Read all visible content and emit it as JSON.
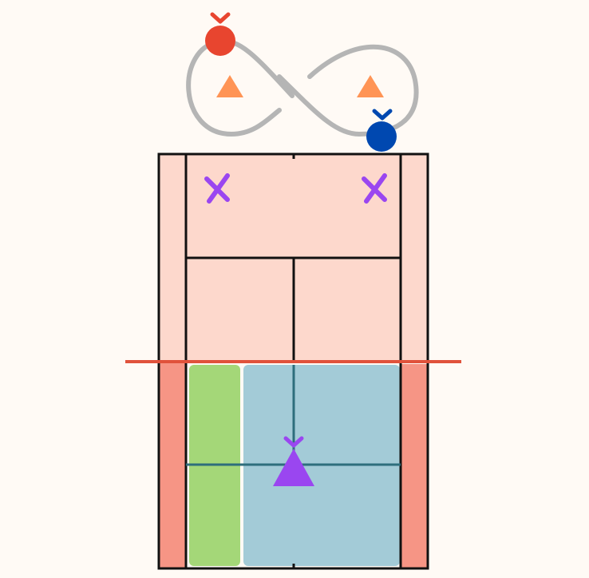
{
  "colors": {
    "background": "#FFFAF5",
    "court_opponent": "#FDD8CC",
    "alley_out": "#F69585",
    "zone_green": "#A4D778",
    "zone_blue": "#A3CBD7",
    "lines": "#111111",
    "net": "#E0523B",
    "loop_path": "#B5B5B5",
    "player_red": "#E8452F",
    "player_blue": "#0048B0",
    "cone": "#FF9455",
    "target_cross": "#9A46F0",
    "shuttle_marker": "#9A46F0"
  },
  "icons": {
    "player_red": "circle-marker-icon",
    "player_blue": "circle-marker-icon",
    "cone": "triangle-cone-icon",
    "target": "x-cross-icon",
    "shuttle": "triangle-marker-icon",
    "direction": "chevron-down-icon"
  },
  "elements": {
    "players": [
      {
        "id": "red",
        "color_key": "player_red"
      },
      {
        "id": "blue",
        "color_key": "player_blue"
      }
    ],
    "cones": 2,
    "targets": 2
  }
}
